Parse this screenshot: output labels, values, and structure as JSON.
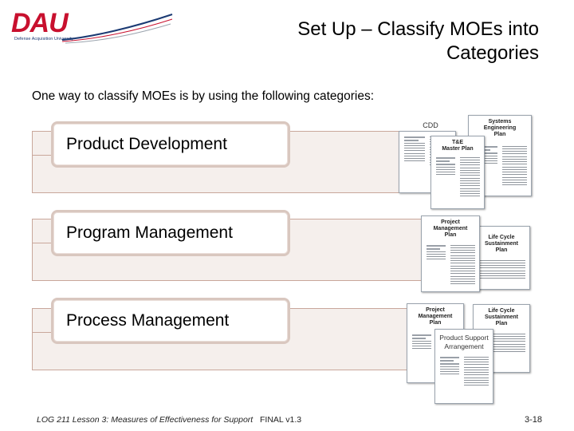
{
  "logo": {
    "word": "DAU",
    "subtitle": "Defense Acquisition University"
  },
  "slide": {
    "title_line1": "Set Up – Classify MOEs into",
    "title_line2": "Categories",
    "intro": "One way to classify MOEs is by using the following categories:"
  },
  "categories": [
    {
      "label": "Product Development"
    },
    {
      "label": "Program Management"
    },
    {
      "label": "Process Management"
    }
  ],
  "documents": {
    "cdd": "CDD",
    "sep_line1": "Systems",
    "sep_line2": "Engineering",
    "sep_line3": "Plan",
    "temp_line1": "T&E",
    "temp_line2": "Master Plan",
    "pmp1_line1": "Project",
    "pmp1_line2": "Management",
    "pmp1_line3": "Plan",
    "lcsp1_line1": "Life Cycle",
    "lcsp1_line2": "Sustainment",
    "lcsp1_line3": "Plan",
    "pmp2_line1": "Project",
    "pmp2_line2": "Management",
    "pmp2_line3": "Plan",
    "lcsp2_line1": "Life Cycle",
    "lcsp2_line2": "Sustainment",
    "lcsp2_line3": "Plan",
    "psa_line1": "Product Support",
    "psa_line2": "Arrangement"
  },
  "footer": {
    "course": "LOG 211 Lesson 3: Measures of Effectiveness for Support",
    "version": "FINAL v1.3",
    "page": "3-18"
  },
  "colors": {
    "brand_red": "#c8102e",
    "brand_blue": "#1b3a73",
    "band_fill": "#f5efec",
    "band_border": "#c9a79b"
  }
}
